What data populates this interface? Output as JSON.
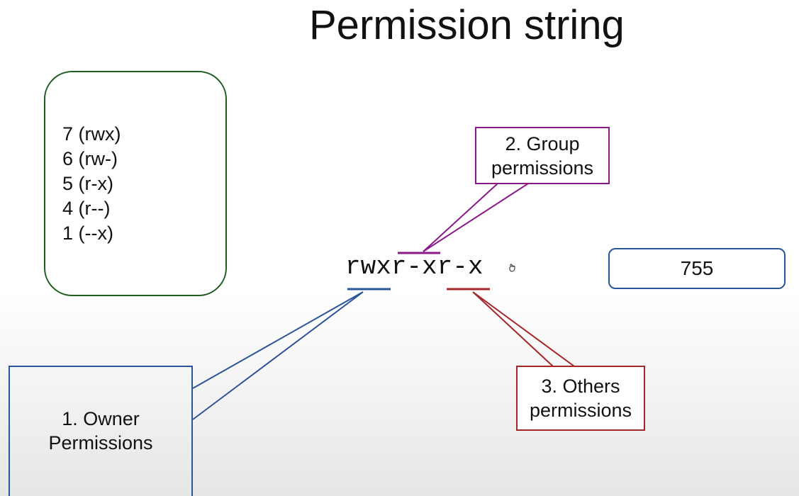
{
  "title": "Permission string",
  "octal_list": [
    "7 (rwx)",
    "6 (rw-)",
    "5 (r-x)",
    "4 (r--)",
    "1 (--x)"
  ],
  "permission": {
    "owner": "rwx",
    "group": "r-x",
    "others": "r-x"
  },
  "result": "755",
  "callouts": {
    "group": [
      "2. Group",
      "permissions"
    ],
    "others": [
      "3. Others",
      "permissions"
    ],
    "owner": [
      "1. Owner",
      "Permissions"
    ]
  },
  "colors": {
    "owner": "#2a5599",
    "group": "#8a1a8a",
    "others": "#a52626",
    "octal_box": "#1f5e1f"
  },
  "icons": {
    "cursor": "hand-cursor-icon"
  }
}
